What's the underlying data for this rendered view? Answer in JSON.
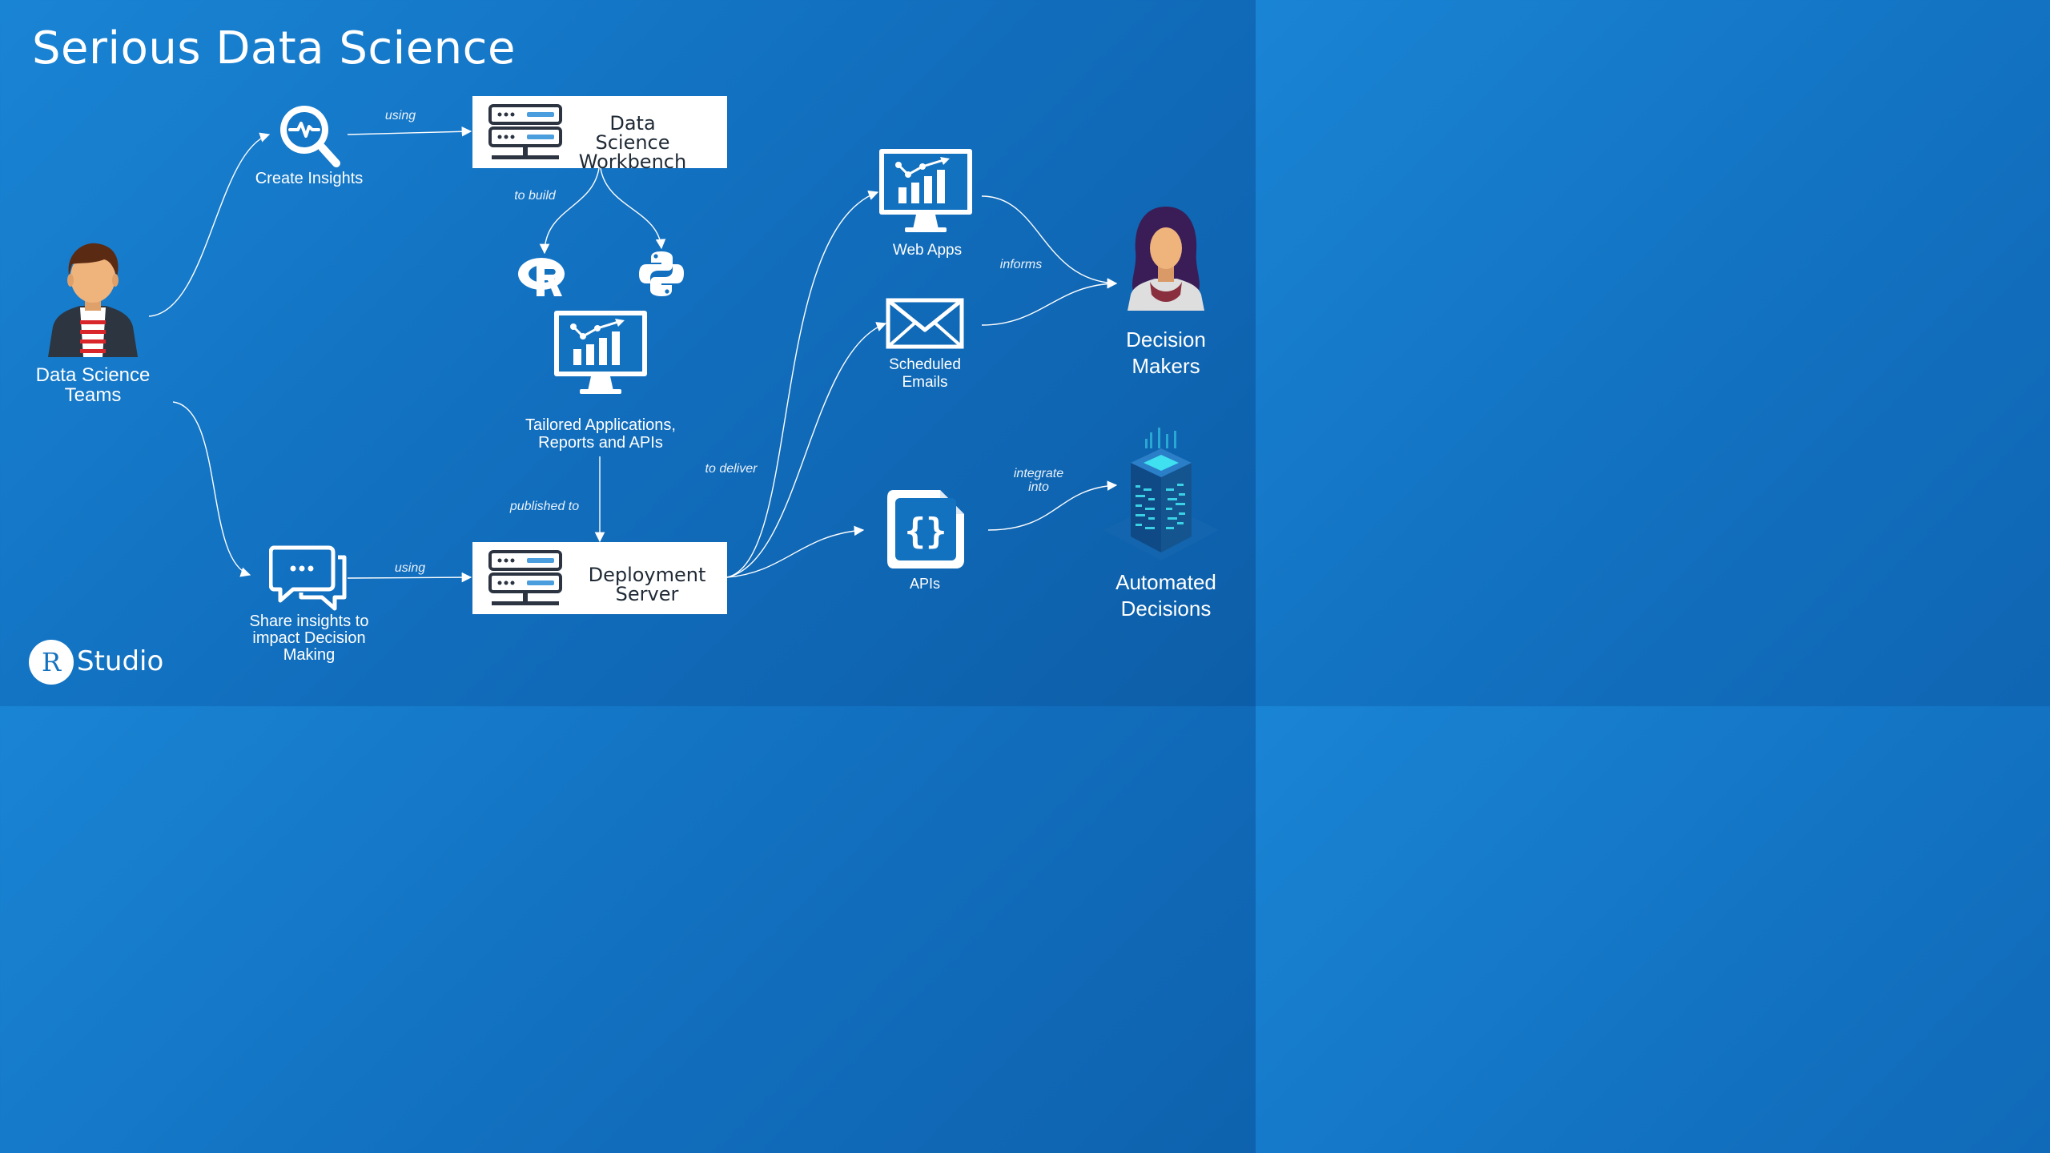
{
  "title": "Serious Data Science",
  "nodes": {
    "teams": "Data Science Teams",
    "teams_line1": "Data Science",
    "teams_line2": "Teams",
    "create": "Create Insights",
    "share_line1": "Share insights to",
    "share_line2": "impact Decision",
    "share_line3": "Making",
    "workbench_line1": "Data Science",
    "workbench_line2": "Workbench",
    "tailored_line1": "Tailored Applications,",
    "tailored_line2": "Reports and APIs",
    "deploy_line1": "Deployment",
    "deploy_line2": "Server",
    "webapps": "Web Apps",
    "emails_line1": "Scheduled",
    "emails_line2": "Emails",
    "apis": "APIs",
    "decision_line1": "Decision",
    "decision_line2": "Makers",
    "auto_line1": "Automated",
    "auto_line2": "Decisions"
  },
  "edges": {
    "using_top": "using",
    "to_build": "to build",
    "published_to": "published to",
    "using_bottom": "using",
    "to_deliver": "to deliver",
    "informs": "informs",
    "integrate_line1": "integrate",
    "integrate_line2": "into"
  },
  "logo": {
    "letter": "R",
    "word": "Studio"
  },
  "icons": {
    "teams": "person-avatar-icon",
    "create": "magnifier-pulse-icon",
    "share": "chat-bubbles-icon",
    "server": "server-icon",
    "r": "r-logo-icon",
    "python": "python-logo-icon",
    "monitor": "monitor-chart-icon",
    "email": "envelope-icon",
    "api": "api-document-icon",
    "decision": "woman-avatar-icon",
    "auto": "isometric-datacenter-icon"
  },
  "colors": {
    "background": "#1372bf",
    "box": "#ffffff",
    "box_text": "#1f2a36",
    "accent_cyan": "#3fe0f0"
  }
}
